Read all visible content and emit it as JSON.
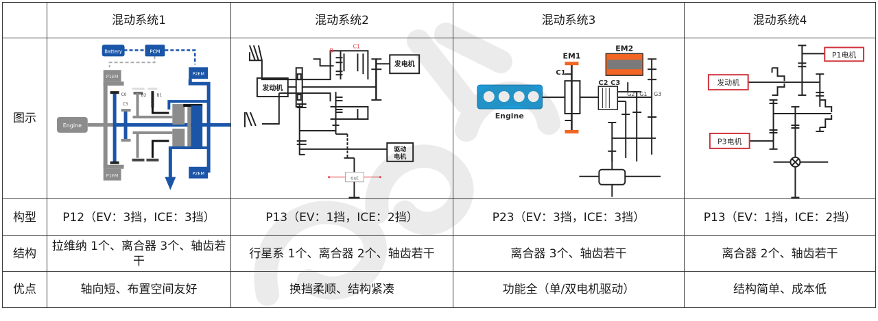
{
  "table": {
    "header": {
      "corner": "",
      "columns": [
        "混动系统1",
        "混动系统2",
        "混动系统3",
        "混动系统4"
      ]
    },
    "figure_row": {
      "label": "图示",
      "diagrams": [
        {
          "name": "hybrid-system-1-diagram",
          "labels": {
            "battery": "Battery",
            "pcm": "PCM",
            "p1em_top": "P1EM",
            "p1em_bottom": "P1EM",
            "p2em_top": "P2EM",
            "p2em_bottom": "P2EM",
            "engine": "Engine",
            "c0": "C0",
            "c3": "C3",
            "b2": "B2",
            "b1": "B1"
          },
          "colors": {
            "blue": "#1a55a8",
            "gray": "#8c8c8c"
          }
        },
        {
          "name": "hybrid-system-2-diagram",
          "labels": {
            "engine": "发动机",
            "generator": "发电机",
            "drive_motor_line1": "驱动",
            "drive_motor_line2": "电机",
            "out": "out",
            "brake": "B",
            "clutch": "C1"
          },
          "colors": {
            "accent": "#e8424a"
          }
        },
        {
          "name": "hybrid-system-3-diagram",
          "labels": {
            "engine": "Engine",
            "em1": "EM1",
            "em2": "EM2",
            "c1": "C1",
            "c2c3": "C2 C3",
            "g2": "G2",
            "g1": "G1",
            "g3": "G3"
          },
          "colors": {
            "engine_blue": "#1c9ad6",
            "orange": "#f26522"
          }
        },
        {
          "name": "hybrid-system-4-diagram",
          "labels": {
            "p1_motor": "P1电机",
            "engine": "发动机",
            "p3_motor": "P3电机"
          },
          "colors": {
            "box_border": "#d0313a"
          }
        }
      ]
    },
    "rows": [
      {
        "label": "构型",
        "values": [
          "P12（EV：3挡，ICE：3挡）",
          "P13（EV：1挡，ICE：2挡）",
          "P23（EV：3挡，ICE：3挡）",
          "P13（EV：1挡，ICE：2挡）"
        ]
      },
      {
        "label": "结构",
        "values": [
          "拉维纳 1个、离合器 3个、轴齿若干",
          "行星系 1个、离合器 2个、轴齿若干",
          "离合器 3个、轴齿若干",
          "离合器 2个、轴齿若干"
        ]
      },
      {
        "label": "优点",
        "values": [
          "轴向短、布置空间友好",
          "换挡柔顺、结构紧凑",
          "功能全（单/双电机驱动）",
          "结构简单、成本低"
        ]
      }
    ]
  }
}
